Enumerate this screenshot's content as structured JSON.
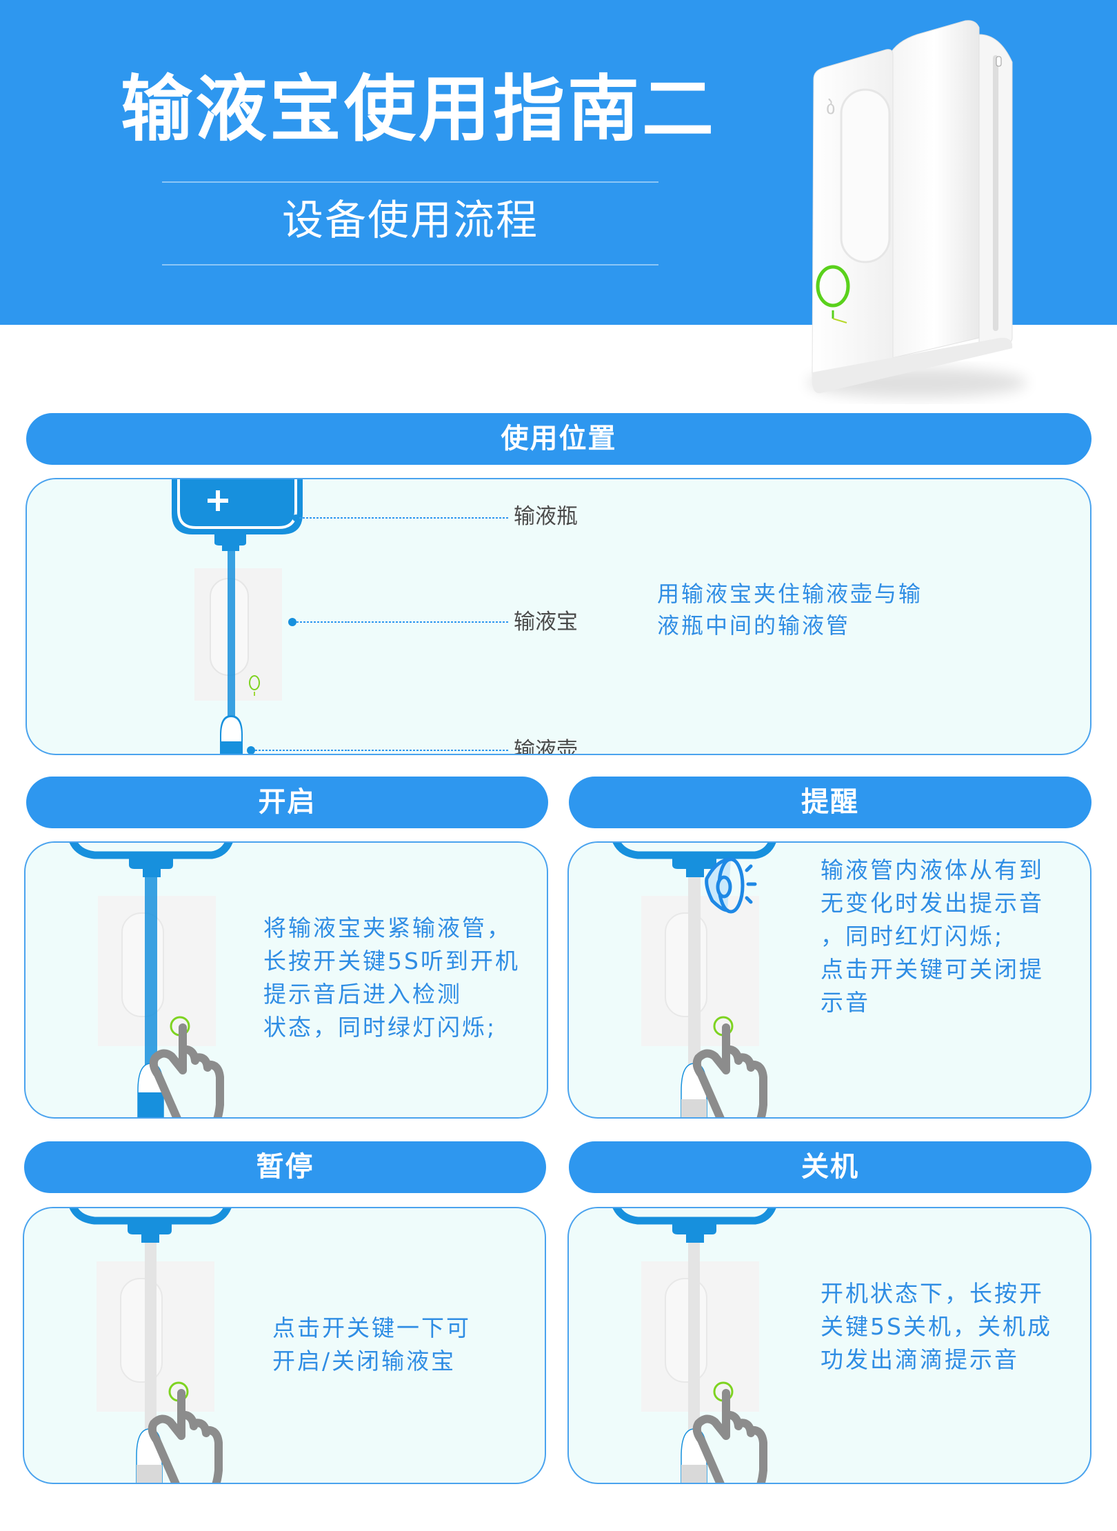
{
  "header": {
    "title": "输液宝使用指南二",
    "subtitle": "设备使用流程",
    "background_color": "#2e97ef"
  },
  "product_image": {
    "icon": "infusion-monitor-device-icon",
    "indicator_color": "#5ad11c"
  },
  "sections": {
    "position": {
      "title": "使用位置",
      "labels": {
        "bottle": "输液瓶",
        "device": "输液宝",
        "chamber": "输液壶"
      },
      "description": [
        "用输液宝夹住输液壶与输",
        "液瓶中间的输液管"
      ]
    },
    "power_on": {
      "title": "开启",
      "description": [
        "将输液宝夹紧输液管，",
        "长按开关键5S听到开机",
        "提示音后进入检测",
        "状态，同时绿灯闪烁;"
      ]
    },
    "alert": {
      "title": "提醒",
      "icon": "speaker-icon",
      "description": [
        "输液管内液体从有到",
        "无变化时发出提示音",
        "，同时红灯闪烁;",
        "点击开关键可关闭提",
        "示音"
      ]
    },
    "pause": {
      "title": "暂停",
      "description": [
        "点击开关键一下可",
        "开启/关闭输液宝"
      ]
    },
    "power_off": {
      "title": "关机",
      "description": [
        "开机状态下，长按开",
        "关键5S关机，关机成",
        "功发出滴滴提示音"
      ]
    }
  },
  "colors": {
    "accent": "#2e97ef",
    "tube_blue": "#1790dd",
    "card_bg": "#effcfb",
    "text_blue": "#2f8de4",
    "led_green": "#5ad11c",
    "hand_gray": "#8c8c8c"
  }
}
